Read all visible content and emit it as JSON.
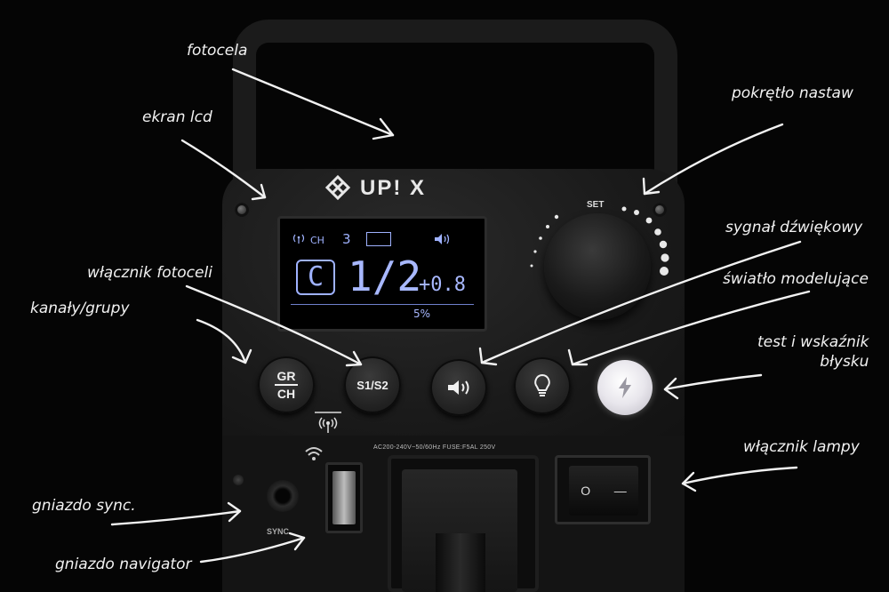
{
  "device": {
    "brand_text": "UP! X",
    "lcd": {
      "channel_label": "CH",
      "channel_value": "3",
      "group_box": "",
      "mode": "C",
      "power": "1/2",
      "ev": "+0.8",
      "percent": "5%"
    },
    "knob_label": "SET",
    "buttons": {
      "gr_top": "GR",
      "gr_bottom": "CH",
      "s12": "S1/S2"
    },
    "ac_label": "AC200-240V~50/60Hz FUSE:F5AL 250V",
    "sync_label": "SYNC",
    "switch_on": "O",
    "switch_off": "—"
  },
  "annotations": {
    "fotocela": "fotocela",
    "ekran_lcd": "ekran lcd",
    "pokretlo": "pokrętło nastaw",
    "sygnal": "sygnał dźwiękowy",
    "wlacznik_fotoceli": "włącznik fotoceli",
    "swiatlo": "światło modelujące",
    "kanaly": "kanały/grupy",
    "test_line1": "test i wskaźnik",
    "test_line2": "błysku",
    "wlacznik_lampy": "włącznik lampy",
    "gniazdo_sync": "gniazdo sync.",
    "gniazdo_nav": "gniazdo navigator"
  },
  "colors": {
    "background": "#050505",
    "lcd_text": "#9fb2ff",
    "annotation": "#f2f2f2"
  }
}
